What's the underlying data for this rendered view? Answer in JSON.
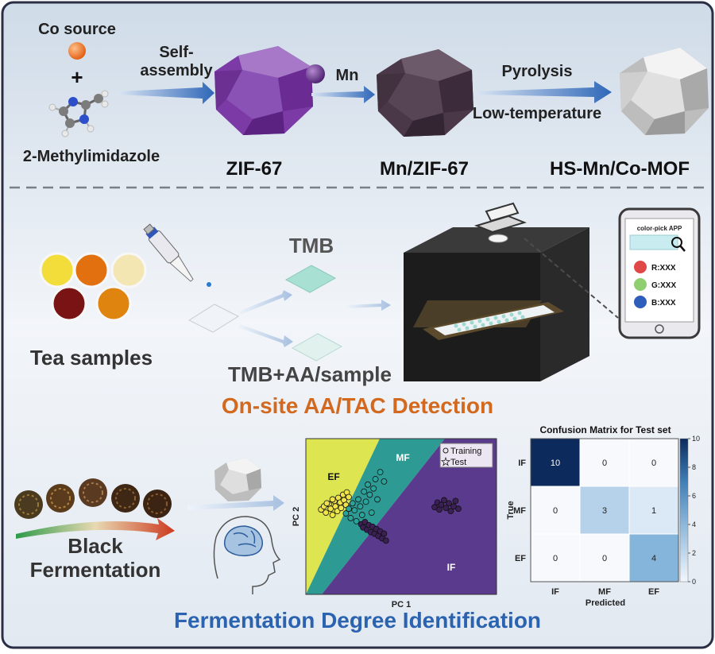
{
  "synthesis": {
    "co_source_label": "Co source",
    "plus_sign": "+",
    "ligand_label": "2-Methylimidazole",
    "step1_label_line1": "Self-",
    "step1_label_line2": "assembly",
    "zif_label": "ZIF-67",
    "mn_label": "Mn",
    "mn_zif_label": "Mn/ZIF-67",
    "step3_label_top": "Pyrolysis",
    "step3_label_bottom": "Low-temperature",
    "product_label": "HS-Mn/Co-MOF"
  },
  "detection": {
    "tea_samples_label": "Tea samples",
    "tmb_label": "TMB",
    "tmb_aa_label": "TMB+AA/sample",
    "title": "On-site AA/TAC Detection",
    "phone": {
      "app_title": "color-pick  APP",
      "r_label": "R:XXX",
      "g_label": "G:XXX",
      "b_label": "B:XXX"
    },
    "tea_colors": [
      "#f2dd3a",
      "#e2700e",
      "#f3e6b2",
      "#7a1414",
      "#e08410"
    ]
  },
  "fermentation": {
    "black_label": "Black",
    "fermentation_label": "Fermentation",
    "title": "Fermentation Degree Identification"
  },
  "chart_data": [
    {
      "type": "scatter",
      "title": "",
      "xlabel": "PC 1",
      "ylabel": "PC 2",
      "regions": [
        "EF",
        "MF",
        "IF"
      ],
      "region_colors": {
        "EF": "#dde650",
        "MF": "#2e9a94",
        "IF": "#5a3a8c"
      },
      "legend": {
        "training": "Training",
        "test": "Test",
        "position": "top-right"
      },
      "series": [
        {
          "name": "EF",
          "color": "#f0e44a",
          "points": [
            [
              -0.84,
              0.09
            ],
            [
              -0.81,
              0.13
            ],
            [
              -0.79,
              0.05
            ],
            [
              -0.76,
              0.16
            ],
            [
              -0.74,
              0.1
            ],
            [
              -0.72,
              0.02
            ],
            [
              -0.7,
              0.2
            ],
            [
              -0.69,
              0.13
            ],
            [
              -0.67,
              0.07
            ],
            [
              -0.66,
              0.24
            ],
            [
              -0.64,
              0.18
            ],
            [
              -0.63,
              0.11
            ],
            [
              -0.61,
              0.28
            ],
            [
              -0.6,
              0.21
            ],
            [
              -0.58,
              0.15
            ],
            [
              -0.57,
              0.31
            ],
            [
              -0.55,
              0.25
            ],
            [
              -0.78,
              0.17
            ],
            [
              -0.72,
              0.22
            ]
          ]
        },
        {
          "name": "MF",
          "color": "#2aa39b",
          "points": [
            [
              -0.58,
              0.04
            ],
            [
              -0.55,
              0.1
            ],
            [
              -0.53,
              -0.02
            ],
            [
              -0.51,
              0.17
            ],
            [
              -0.49,
              0.08
            ],
            [
              -0.47,
              -0.06
            ],
            [
              -0.45,
              0.22
            ],
            [
              -0.43,
              0.13
            ],
            [
              -0.41,
              0.02
            ],
            [
              -0.39,
              0.32
            ],
            [
              -0.37,
              0.19
            ],
            [
              -0.35,
              0.41
            ],
            [
              -0.33,
              0.28
            ],
            [
              -0.31,
              0.05
            ],
            [
              -0.29,
              0.36
            ],
            [
              -0.27,
              0.48
            ],
            [
              -0.25,
              0.22
            ],
            [
              -0.22,
              0.57
            ],
            [
              -0.18,
              0.45
            ]
          ]
        },
        {
          "name": "IF",
          "color": "#3b1f55",
          "points": [
            [
              -0.42,
              -0.1
            ],
            [
              -0.4,
              -0.14
            ],
            [
              -0.38,
              -0.07
            ],
            [
              -0.36,
              -0.17
            ],
            [
              -0.34,
              -0.11
            ],
            [
              -0.32,
              -0.2
            ],
            [
              -0.3,
              -0.13
            ],
            [
              -0.28,
              -0.22
            ],
            [
              -0.26,
              -0.16
            ],
            [
              -0.24,
              -0.25
            ],
            [
              -0.22,
              -0.19
            ],
            [
              -0.2,
              -0.28
            ],
            [
              -0.18,
              -0.22
            ],
            [
              -0.16,
              -0.31
            ],
            [
              0.35,
              0.12
            ],
            [
              0.38,
              0.18
            ],
            [
              0.4,
              0.09
            ],
            [
              0.42,
              0.15
            ],
            [
              0.45,
              0.21
            ],
            [
              0.47,
              0.11
            ],
            [
              0.5,
              0.17
            ],
            [
              0.52,
              0.07
            ],
            [
              0.55,
              0.13
            ],
            [
              0.57,
              0.2
            ],
            [
              0.6,
              0.1
            ]
          ]
        }
      ]
    },
    {
      "type": "heatmap",
      "title": "Confusion Matrix for Test set",
      "xlabel": "Predicted",
      "ylabel": "True",
      "categories": [
        "IF",
        "MF",
        "EF"
      ],
      "matrix": [
        [
          10,
          0,
          0
        ],
        [
          0,
          3,
          1
        ],
        [
          0,
          0,
          4
        ]
      ],
      "colorbar": {
        "min": 0,
        "max": 10,
        "ticks": [
          0,
          2,
          4,
          6,
          8,
          10
        ]
      }
    }
  ]
}
